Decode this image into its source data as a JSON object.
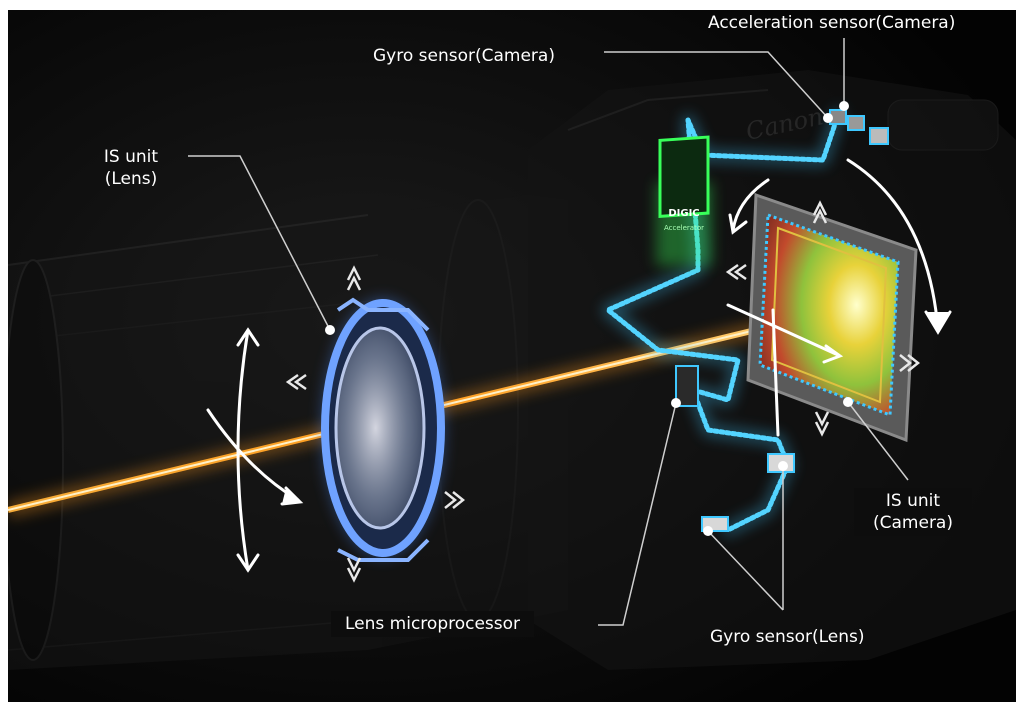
{
  "labels": {
    "acceleration_sensor_camera": "Acceleration sensor(Camera)",
    "gyro_sensor_camera": "Gyro sensor(Camera)",
    "is_unit_lens_line1": "IS unit",
    "is_unit_lens_line2": "(Lens)",
    "is_unit_camera_line1": "IS unit",
    "is_unit_camera_line2": "(Camera)",
    "lens_microprocessor": "Lens microprocessor",
    "gyro_sensor_lens": "Gyro sensor(Lens)"
  },
  "chip": {
    "brand": "DIGIC",
    "line2": "Accelerator"
  },
  "camera_brand": "Canon",
  "colors": {
    "light_beam": "#ff9a1a",
    "circuit": "#3fc8ff",
    "chip_glow": "#38ff5a",
    "lens_unit": "#4c8dff",
    "background": "#040404"
  }
}
